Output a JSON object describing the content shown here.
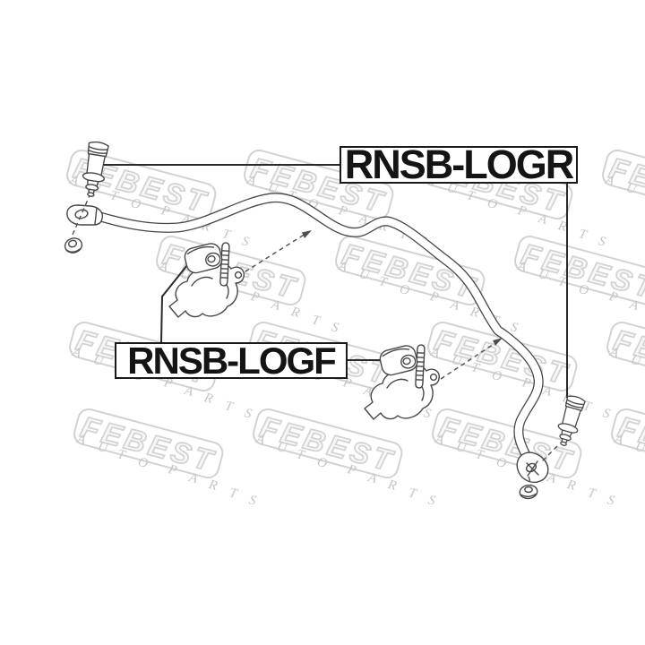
{
  "labels": {
    "logr": "RNSB-LOGR",
    "logf": "RNSB-LOGF"
  },
  "watermark": {
    "brand": "FEBEST",
    "letters": "AUTO PARTS"
  },
  "colors": {
    "background": "#ffffff",
    "drawing_line": "#474747",
    "callout_line": "#2a2a2a",
    "dashed_line": "#4f4f4f",
    "watermark": "#d2d2d2",
    "label_text": "#141414"
  }
}
